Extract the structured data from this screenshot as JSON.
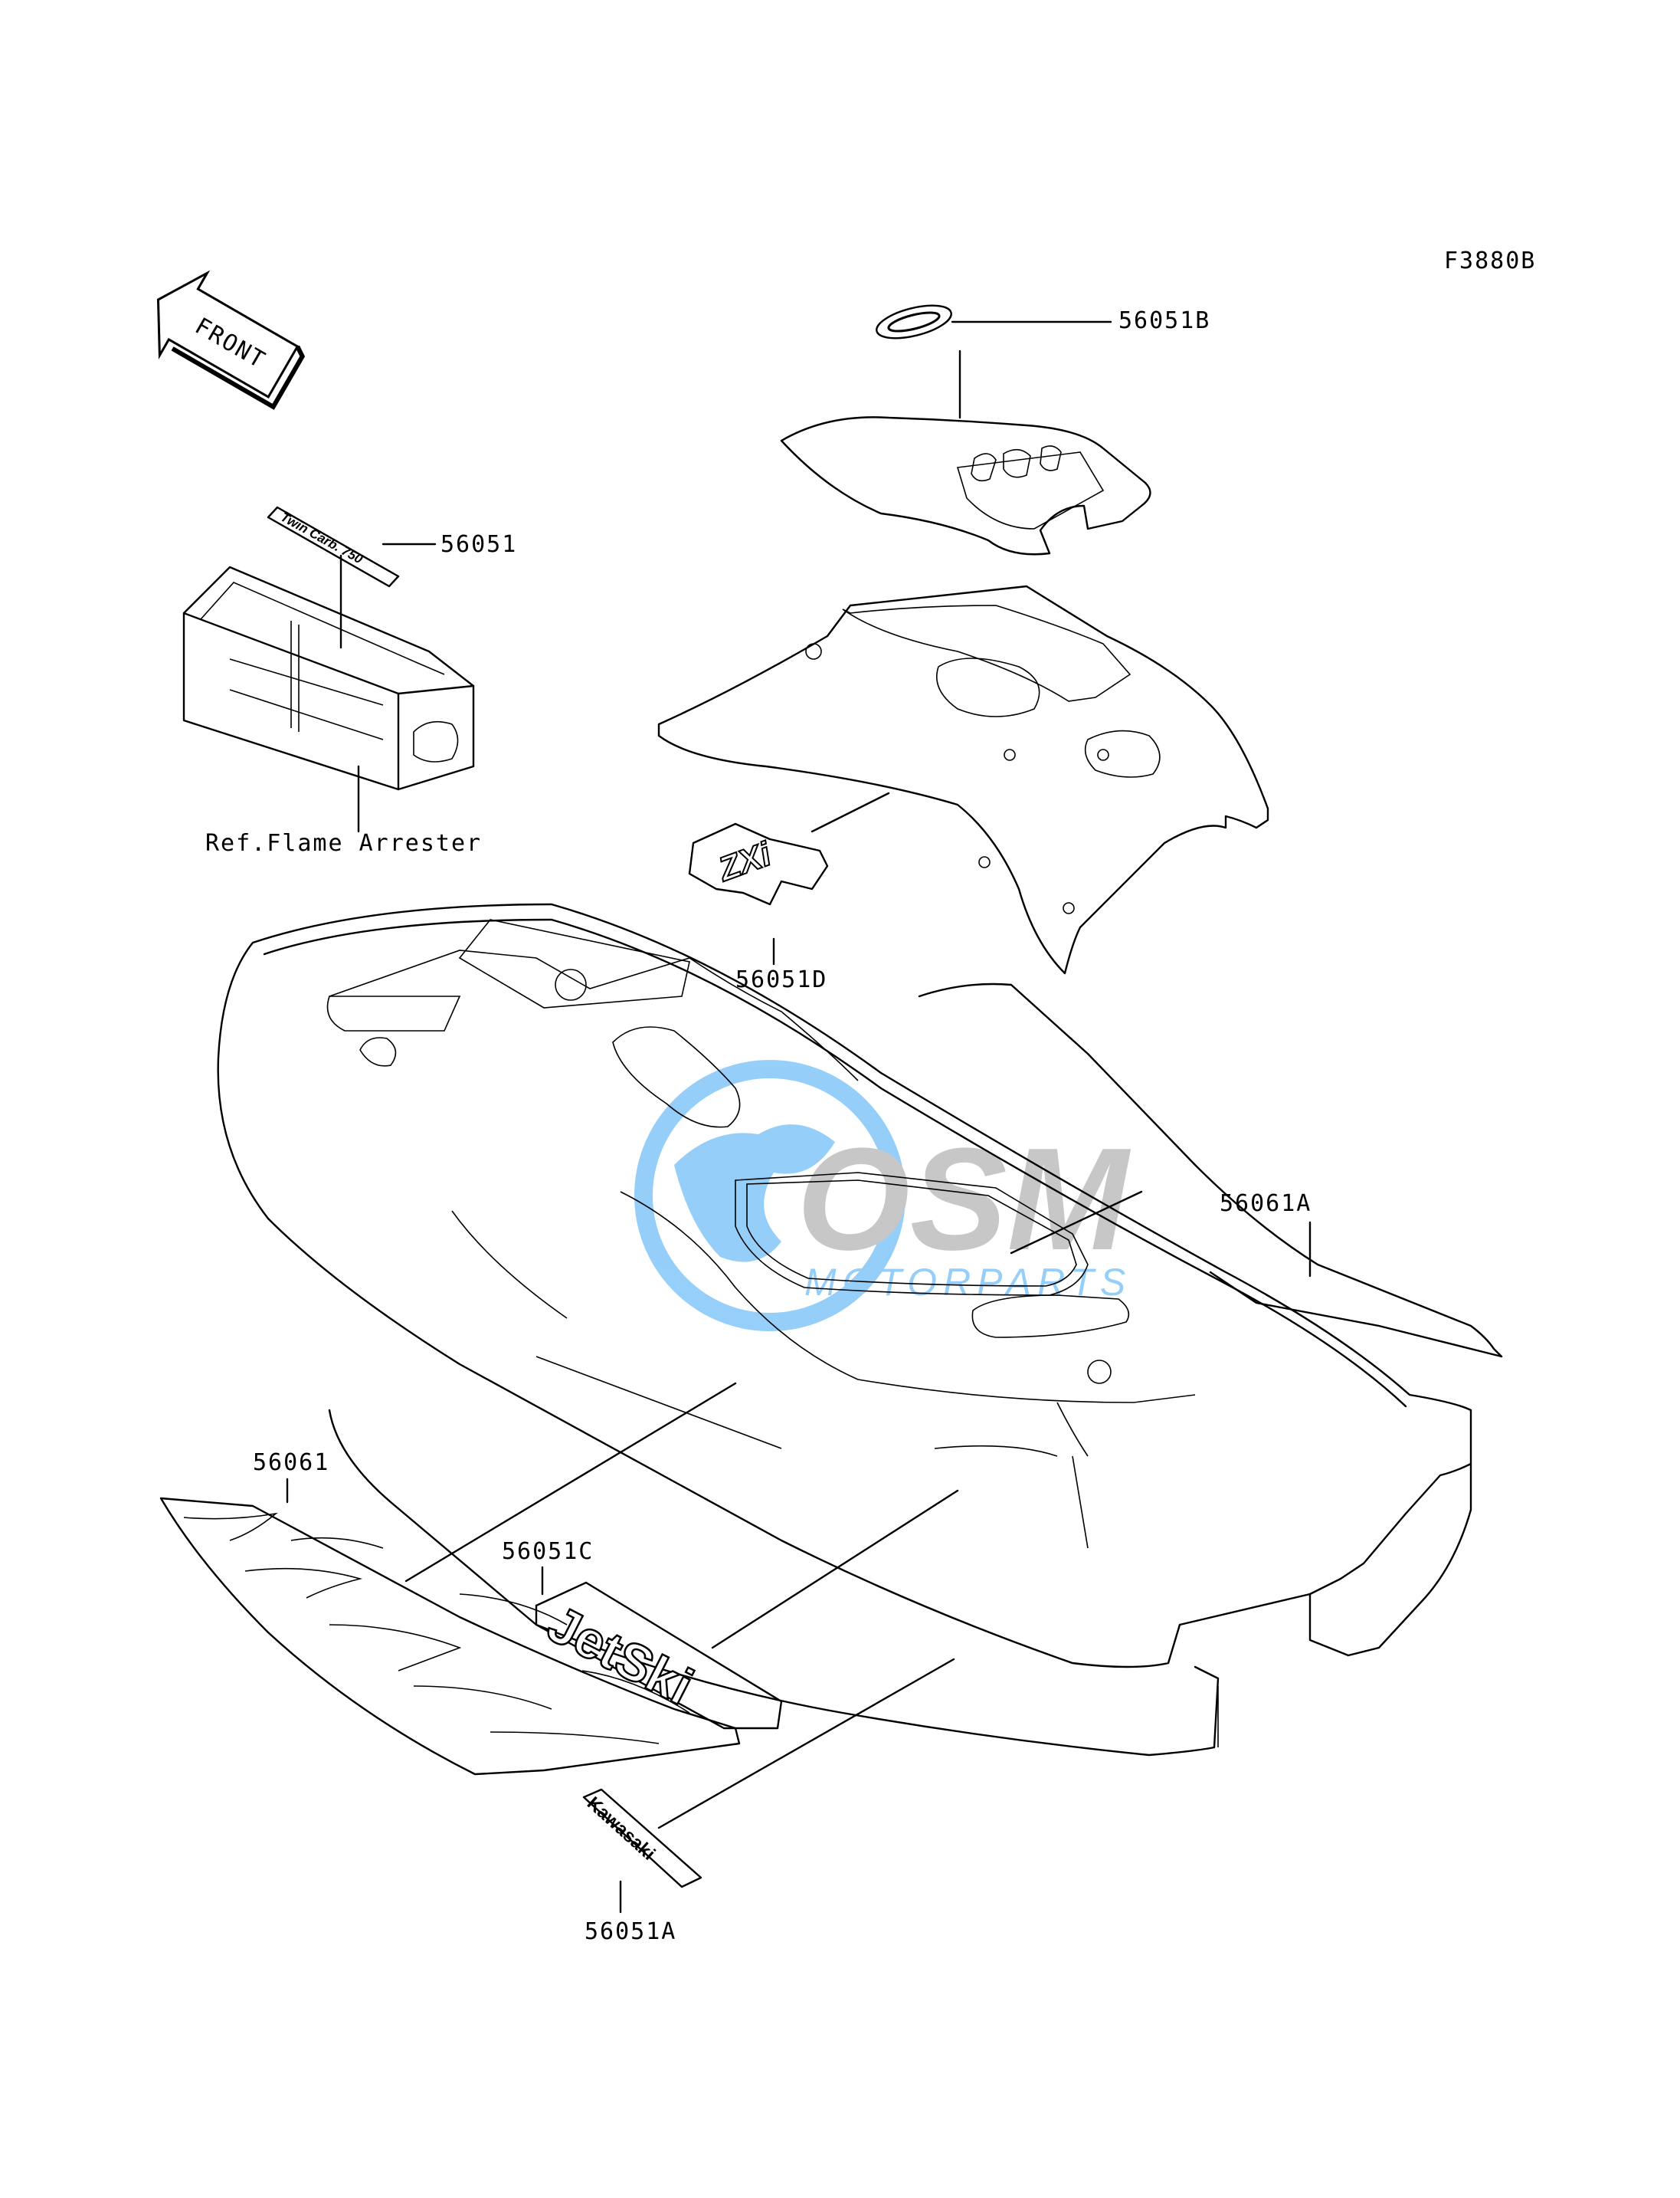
{
  "figure_code": "F3880B",
  "front_arrow": {
    "label": "FRONT",
    "icon": "front-direction-arrow-icon"
  },
  "callouts": {
    "p56051B": "56051B",
    "p56051": "56051",
    "flame_arrester": "Ref.Flame Arrester",
    "p56051D": "56051D",
    "p56061A": "56061A",
    "p56061": "56061",
    "p56051C": "56051C",
    "p56051A": "56051A"
  },
  "decal_text": {
    "twin_carb": "Twin Carb. 750",
    "jetski": "JetSki",
    "kawasaki": "Kawasaki",
    "zxi": "ZXi"
  },
  "watermark": {
    "brand": "OSM",
    "sub": "MOTORPARTS",
    "icon": "globe-logo-icon"
  },
  "colors": {
    "line": "#000000",
    "watermark_blue": "#3fa9f5",
    "watermark_gray": "#9a9a9a"
  }
}
